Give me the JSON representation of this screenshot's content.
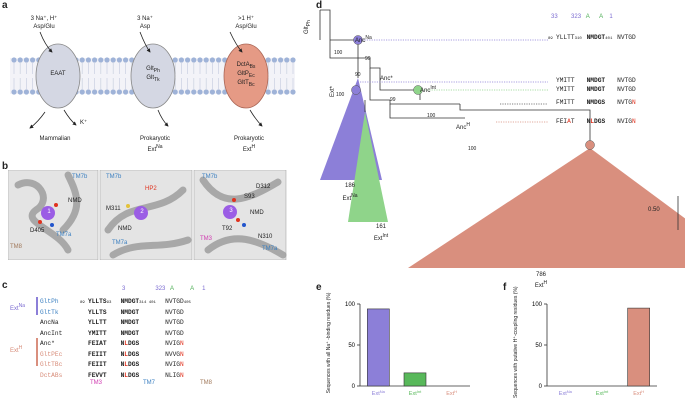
{
  "panels": {
    "a": "a",
    "b": "b",
    "c": "c",
    "d": "d",
    "e": "e",
    "f": "f"
  },
  "a": {
    "eaat": {
      "ions": "3 Na⁺, H⁺",
      "substrate": "Asp/Glu",
      "name": "EAAT",
      "counter": "K⁺",
      "group": "Mammalian"
    },
    "glt": {
      "ions": "3 Na⁺",
      "substrate": "Asp",
      "name1": "Glt",
      "sub1": "Ph",
      "name2": "Glt",
      "sub2": "Tk",
      "group": "Prokaryotic",
      "ext": "Ext",
      "ext_sup": "Na"
    },
    "dct": {
      "ions": ">1 H⁺",
      "substrate": "Asp/Glu",
      "name1": "DctA",
      "sub1": "Bs",
      "name2": "GltP",
      "sub2": "Ec",
      "name3": "GltT",
      "sub3": "Bc",
      "group": "Prokaryotic",
      "ext": "Ext",
      "ext_sup": "H"
    }
  },
  "b": {
    "p1": {
      "tm7b": "TM7b",
      "nmd": "NMD",
      "d405": "D405",
      "tm8": "TM8",
      "tm7a": "TM7a",
      "ion": "1"
    },
    "p2": {
      "tm7b": "TM7b",
      "hp2": "HP2",
      "m311": "M311",
      "nmd": "NMD",
      "tm7a": "TM7a",
      "ion": "2"
    },
    "p3": {
      "tm7b": "TM7b",
      "d312": "D312",
      "s93": "S93",
      "nmd": "NMD",
      "t92": "T92",
      "tm3": "TM3",
      "n310": "N310",
      "tm7a": "TM7a",
      "ion": "3"
    }
  },
  "c": {
    "header": {
      "n1": "3",
      "n2": "323",
      "n3": "A",
      "n4": "A",
      "n5": "1"
    },
    "rows": [
      {
        "name": "GltPh",
        "pre": "89",
        "seq1": "YLLTS",
        "mid1": "93",
        "seq2": "NMDGT",
        "mid2": "314 401",
        "seq3": "NVTGD",
        "post": "405"
      },
      {
        "name": "GltTk",
        "pre": "",
        "seq1": "YLLTS",
        "mid1": "",
        "seq2": "NMDGT",
        "mid2": "",
        "seq3": "NVTGD",
        "post": ""
      },
      {
        "name": "AncNa",
        "pre": "",
        "seq1": "YLLTT",
        "mid1": "",
        "seq2": "NMDGT",
        "mid2": "",
        "seq3": "NVTGD",
        "post": ""
      },
      {
        "name": "AncInt",
        "pre": "",
        "seq1": "YMITT",
        "mid1": "",
        "seq2": "NMDGT",
        "mid2": "",
        "seq3": "NVTGD",
        "post": ""
      },
      {
        "name": "Anc*",
        "pre": "",
        "seq1": "FEIAT",
        "mid1": "",
        "seq2": "NLDGS",
        "mid2": "",
        "seq3": "NVIGN",
        "post": ""
      },
      {
        "name": "GltPEc",
        "pre": "",
        "seq1": "FEIIT",
        "mid1": "",
        "seq2": "NLDGS",
        "mid2": "",
        "seq3": "NVVGN",
        "post": ""
      },
      {
        "name": "GltTBc",
        "pre": "",
        "seq1": "FEIIT",
        "mid1": "",
        "seq2": "NLDGS",
        "mid2": "",
        "seq3": "NVIGN",
        "post": ""
      },
      {
        "name": "DctABs",
        "pre": "",
        "seq1": "FEVVT",
        "mid1": "",
        "seq2": "NLDGS",
        "mid2": "",
        "seq3": "NLIGN",
        "post": ""
      }
    ],
    "group_na": "Ext",
    "group_na_sup": "Na",
    "group_h": "Ext",
    "group_h_sup": "H",
    "footer": {
      "tm3": "TM3",
      "tm7": "TM7",
      "tm8": "TM8"
    }
  },
  "d": {
    "header": {
      "n1": "3",
      "n2": "3",
      "n3": "323",
      "n4": "A",
      "n5": "A",
      "n6": "1"
    },
    "glt": "Glt",
    "glt_sub": "Ph",
    "nodes": {
      "anc_na": "Anc",
      "anc_na_sup": "Na",
      "anc_star": "Anc*",
      "anc_int": "Anc",
      "anc_int_sup": "Int",
      "anc_h": "Anc",
      "anc_h_sup": "H"
    },
    "support": {
      "s1": "100",
      "s2": "99",
      "s3": "90",
      "s4": "100",
      "s5": "99",
      "s6": "100",
      "s7": "100"
    },
    "seqs": [
      {
        "pre": "89",
        "s1": "YLLTT",
        "p2": "310",
        "s2": "NMDGT",
        "p3": "401",
        "s3": "NVTGD"
      },
      {
        "pre": "",
        "s1": "YMITT",
        "p2": "",
        "s2": "NMDGT",
        "p3": "",
        "s3": "NVTGD"
      },
      {
        "pre": "",
        "s1": "YMITT",
        "p2": "",
        "s2": "NMDGT",
        "p3": "",
        "s3": "NVTGD"
      },
      {
        "pre": "",
        "s1": "FMITT",
        "p2": "",
        "s2": "NMDGS",
        "p3": "",
        "s3": "NVTGN"
      },
      {
        "pre": "",
        "s1": "FEIAT",
        "p2": "",
        "s2": "NLDGS",
        "p3": "",
        "s3": "NVIGN"
      }
    ],
    "clades": {
      "na": {
        "count": "186",
        "label": "Ext",
        "sup": "Na"
      },
      "int": {
        "count": "161",
        "label": "Ext",
        "sup": "Int"
      },
      "h": {
        "count": "786",
        "label": "Ext",
        "sup": "H"
      },
      "ext_star": "Ext*"
    },
    "scale": "0.50",
    "colors": {
      "na": "#8c7fd8",
      "int": "#8fd48a",
      "h": "#d98f7e"
    }
  },
  "e": {
    "ylabel": "Sequences with all Na⁺ -binding residues (%)",
    "chart_data": {
      "type": "bar",
      "categories": [
        "ExtNa",
        "ExtInt",
        "ExtH"
      ],
      "values": [
        94,
        16,
        0
      ],
      "ylim": [
        0,
        100
      ],
      "yticks": [
        "0",
        "50",
        "100"
      ]
    },
    "xt": [
      {
        "b": "Ext",
        "s": "Na"
      },
      {
        "b": "Ext",
        "s": "Int"
      },
      {
        "b": "Ext",
        "s": "H"
      }
    ]
  },
  "f": {
    "ylabel": "Sequences with putative H⁺-coupling residues (%)",
    "chart_data": {
      "type": "bar",
      "categories": [
        "ExtNa",
        "ExtInt",
        "ExtH"
      ],
      "values": [
        0,
        0,
        95
      ],
      "ylim": [
        0,
        100
      ],
      "yticks": [
        "0",
        "50",
        "100"
      ]
    },
    "xt": [
      {
        "b": "Ext",
        "s": "Na"
      },
      {
        "b": "Ext",
        "s": "Int"
      },
      {
        "b": "Ext",
        "s": "H"
      }
    ]
  }
}
